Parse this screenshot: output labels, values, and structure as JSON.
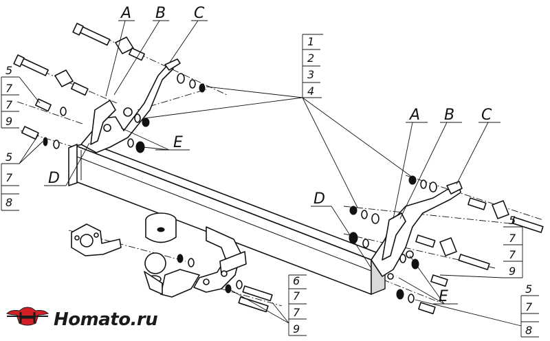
{
  "callouts": {
    "left_letters": [
      "A",
      "B",
      "C"
    ],
    "right_letters": [
      "A",
      "B",
      "C"
    ],
    "left_d": "D",
    "right_d": "D",
    "left_e": "E",
    "right_e": "E",
    "top_stack": [
      "1",
      "2",
      "3",
      "4"
    ],
    "left_upper_stack": [
      "5",
      "7",
      "7",
      "9"
    ],
    "left_lower_stack": [
      "5",
      "7",
      "8"
    ],
    "right_upper_stack": [
      "5",
      "7",
      "7",
      "9"
    ],
    "right_lower_stack": [
      "5",
      "7",
      "8"
    ],
    "bottom_stack": [
      "6",
      "7",
      "7",
      "9"
    ]
  },
  "logo": {
    "text": "Homato.ru",
    "colors": {
      "red": "#d32027",
      "dark": "#1a1a1a"
    }
  }
}
